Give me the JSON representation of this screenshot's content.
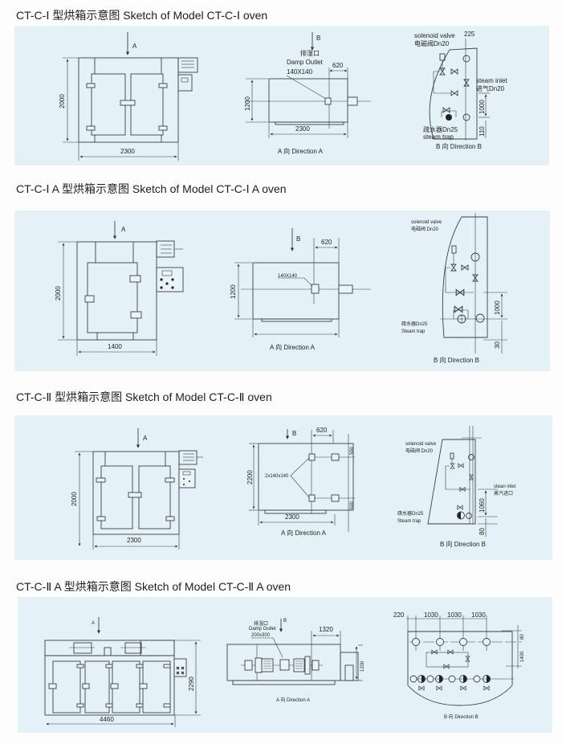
{
  "colors": {
    "panel": "#e4f2f8",
    "line": "#3a3f44",
    "text": "#1e1e1e"
  },
  "sections": [
    {
      "title": "CT-C-Ⅰ 型烘箱示意图  Sketch of Model CT-C-Ⅰ oven",
      "front": {
        "arrow": "A",
        "height": "2000",
        "width": "2300"
      },
      "side": {
        "arrow": "B",
        "outlet_cn": "排湿口",
        "outlet_en": "Damp Outlet",
        "outlet_size": "140X140",
        "offset": "620",
        "height": "1200",
        "width": "2300",
        "caption": "A 向  Direction A"
      },
      "rear": {
        "valve_en": "solenoid valve",
        "valve_cn": "电磁阀Dn20",
        "top_dim": "225",
        "inlet_en": "steam inlet",
        "inlet_cn": "进气Dn20",
        "dim1": "1000",
        "dim2": "110",
        "trap_cn": "疏水器Dn25",
        "trap_en": "steam trap",
        "caption": "B 向  Direction B"
      }
    },
    {
      "title": "CT-C-Ⅰ A 型烘箱示意图  Sketch of Model CT-C-Ⅰ A oven",
      "front": {
        "arrow": "A",
        "height": "2000",
        "width": "1400"
      },
      "side": {
        "arrow": "B",
        "offset": "620",
        "outlet_size": "140X140",
        "height": "1200",
        "caption": "A 向  Direction  A"
      },
      "rear": {
        "valve_en": "solenoid  valve",
        "valve_cn": "电磁阀  Dn20",
        "dim1": "1000",
        "dim2": "30",
        "trap_cn": "疏水器Dn25",
        "trap_en": "Steam trap",
        "caption": "B 向  Direction  B"
      }
    },
    {
      "title": "CT-C-Ⅱ 型烘箱示意图  Sketch of Model CT-C-Ⅱ oven",
      "front": {
        "arrow": "A",
        "height": "2000",
        "width": "2300"
      },
      "side": {
        "arrow": "B",
        "offset": "620",
        "top_dim": "590",
        "bottom_dim": "590",
        "outlet_size": "2x140x140",
        "height": "2200",
        "width": "2300",
        "caption": "A 向  Direction A"
      },
      "rear": {
        "valve_en": "solenoid valve",
        "valve_cn": "电磁阀 Dn20",
        "inlet_en": "stean inlet",
        "inlet_cn": "蒸汽进口",
        "dim1": "1060",
        "dim2": "80",
        "trap_cn": "疏水器Dn25",
        "trap_en": "Steam trap",
        "caption": "B 向  Direction B"
      }
    },
    {
      "title": "CT-C-Ⅱ A 型烘箱示意图  Sketch of Model CT-C-Ⅱ A oven",
      "front": {
        "arrow": "A",
        "height": "2290",
        "width": "4460"
      },
      "side": {
        "arrow": "B",
        "outlet_cn": "排湿口",
        "outlet_en": "Damp Outlet",
        "outlet_size": "200x300",
        "offset": "1320",
        "height": "1200",
        "caption": "A 向  Direction  A"
      },
      "rear": {
        "dims_top": [
          "220",
          "1030",
          "1030",
          "1030"
        ],
        "dim1": "80",
        "dim2": "1400",
        "caption": "B 向  Direction  B"
      }
    }
  ]
}
